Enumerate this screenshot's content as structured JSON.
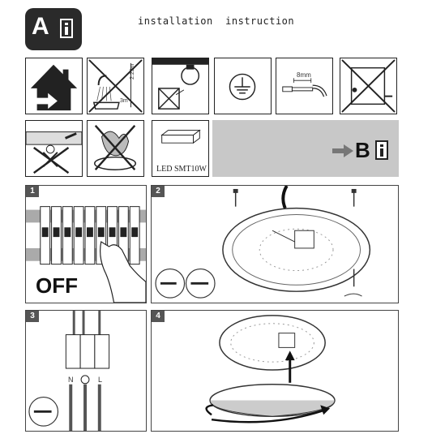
{
  "header": {
    "section_letter": "A",
    "title": "installation  instruction"
  },
  "icons_row1": [
    {
      "name": "indoor-use-icon"
    },
    {
      "name": "no-bathroom-icon",
      "label": "2.25m",
      "label2": "3m"
    },
    {
      "name": "no-lamp-heat-icon"
    },
    {
      "name": "ground-symbol-icon"
    },
    {
      "name": "strip-wire-icon",
      "label": "8mm"
    },
    {
      "name": "no-damaged-cable-icon"
    }
  ],
  "icons_row2": [
    {
      "name": "no-cutting-wire-icon"
    },
    {
      "name": "no-flammable-surface-icon"
    },
    {
      "name": "led-module-icon",
      "label": "LED SMT10W"
    }
  ],
  "next_section": {
    "letter": "B"
  },
  "steps": [
    {
      "number": "1",
      "text": "OFF"
    },
    {
      "number": "2"
    },
    {
      "number": "3",
      "terminals": [
        "N",
        "L"
      ]
    },
    {
      "number": "4"
    }
  ],
  "colors": {
    "frame": "#222222",
    "panel_gray": "#c8c8c8",
    "dark": "#111111"
  }
}
